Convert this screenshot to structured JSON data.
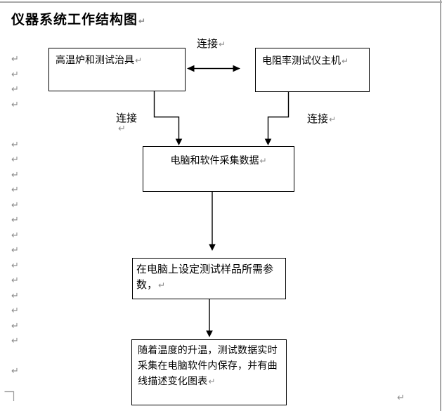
{
  "page": {
    "title": "仪器系统工作结构图",
    "pilcrow": "↵"
  },
  "flowchart": {
    "box_furnace": "高温炉和测试治具",
    "box_host": "电阻率测试仪主机",
    "box_computer": "电脑和软件采集数据",
    "box_params_lines": [
      "在电脑上设定测试样品所需参",
      "数，"
    ],
    "box_record_lines": [
      "随着温度的升温，测试数据实时",
      "采集在电脑软件内保存，并有曲",
      "线描述变化图表"
    ],
    "label_connect_top": "连接",
    "label_connect_left": "连接",
    "label_connect_right": "连接"
  },
  "colors": {
    "box_border": "#000000",
    "arrow": "#000000",
    "page_edge": "#a8a8a8",
    "formatting_mark": "#8a8a8a",
    "text": "#000000",
    "background": "#ffffff"
  }
}
